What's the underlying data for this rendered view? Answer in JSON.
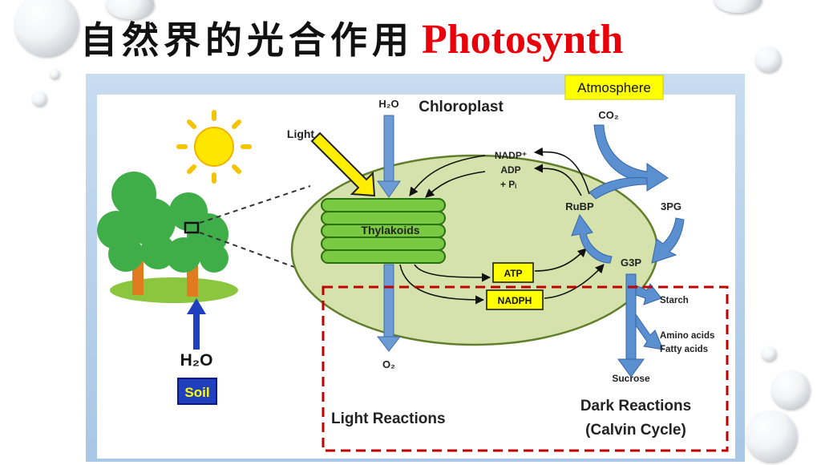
{
  "slide": {
    "title_zh": "自然界的光合作用",
    "title_en": "Photosynth"
  },
  "diagram": {
    "atmosphere": "Atmosphere",
    "co2": "CO₂",
    "h2o_top": "H₂O",
    "chloroplast": "Chloroplast",
    "light": "Light",
    "nadp": "NADP⁺",
    "adp": "ADP",
    "pi": "+ Pᵢ",
    "thylakoids": "Thylakoids",
    "rubp": "RuBP",
    "pg3": "3PG",
    "g3p": "G3P",
    "atp": "ATP",
    "nadph": "NADPH",
    "starch": "Starch",
    "amino": "Amino acids",
    "fatty": "Fatty acids",
    "sucrose": "Sucrose",
    "o2": "O₂",
    "h2o_soil": "H₂O",
    "soil": "Soil",
    "light_reactions": "Light Reactions",
    "dark_reactions": "Dark Reactions",
    "calvin": "(Calvin Cycle)"
  },
  "colors": {
    "title_en": "#e8000b",
    "chloroplast_fill": "#d5e2ab",
    "arrow_blue": "#4f81bd",
    "highlight_yellow": "#ffff00",
    "dashed_red": "#c00000",
    "soil_blue": "#1f3fbf"
  }
}
